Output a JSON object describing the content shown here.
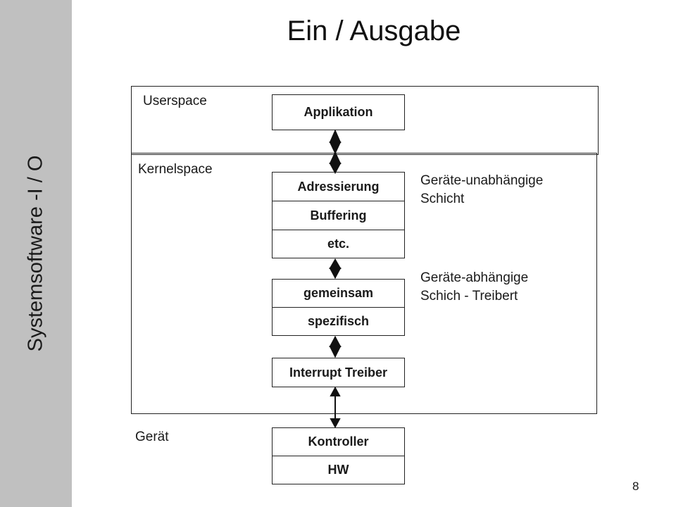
{
  "sidebar": {
    "title": "Systemsoftware -I / O"
  },
  "title": "Ein / Ausgabe",
  "regions": {
    "userspace": "Userspace",
    "kernelspace": "Kernelspace",
    "device": "Gerät"
  },
  "boxes": {
    "applikation": "Applikation",
    "adressierung": "Adressierung",
    "buffering": "Buffering",
    "etc": "etc.",
    "gemeinsam": "gemeinsam",
    "spezifisch": "spezifisch",
    "interrupt_treiber": "Interrupt Treiber",
    "kontroller": "Kontroller",
    "hw": "HW"
  },
  "notes": {
    "independent": [
      "Geräte-unabhängige",
      "Schicht"
    ],
    "dependent": [
      "Geräte-abhängige",
      "Schich - Treibert"
    ]
  },
  "page_number": "8"
}
